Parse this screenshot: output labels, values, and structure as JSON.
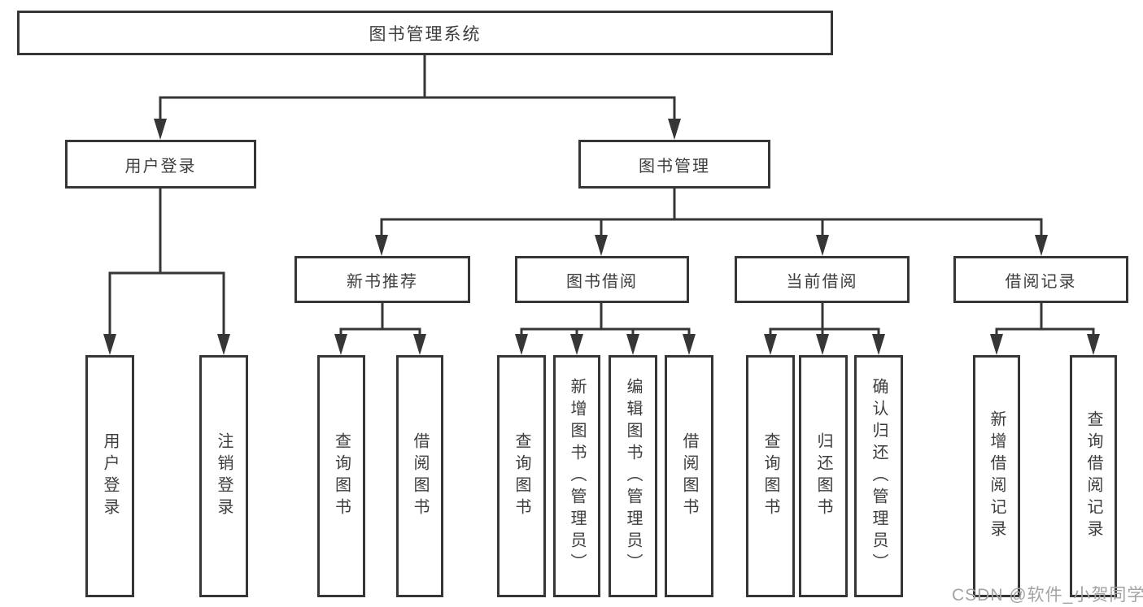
{
  "tree": {
    "label": "图书管理系统",
    "children": [
      {
        "label": "用户登录",
        "children": [
          {
            "label": "用户登录"
          },
          {
            "label": "注销登录"
          }
        ]
      },
      {
        "label": "图书管理",
        "children": [
          {
            "label": "新书推荐",
            "children": [
              {
                "label": "查询图书"
              },
              {
                "label": "借阅图书"
              }
            ]
          },
          {
            "label": "图书借阅",
            "children": [
              {
                "label": "查询图书"
              },
              {
                "label": "新增图书（管理员）"
              },
              {
                "label": "编辑图书（管理员）"
              },
              {
                "label": "借阅图书"
              }
            ]
          },
          {
            "label": "当前借阅",
            "children": [
              {
                "label": "查询图书"
              },
              {
                "label": "归还图书"
              },
              {
                "label": "确认归还（管理员）"
              }
            ]
          },
          {
            "label": "借阅记录",
            "children": [
              {
                "label": "新增借阅记录"
              },
              {
                "label": "查询借阅记录"
              }
            ]
          }
        ]
      }
    ]
  },
  "watermark": {
    "text": "CSDN @软件_小贺同学"
  },
  "colors": {
    "line": "#363636",
    "text": "#3d3d3d",
    "background": "#ffffff",
    "watermark": "#a3a3a3"
  }
}
